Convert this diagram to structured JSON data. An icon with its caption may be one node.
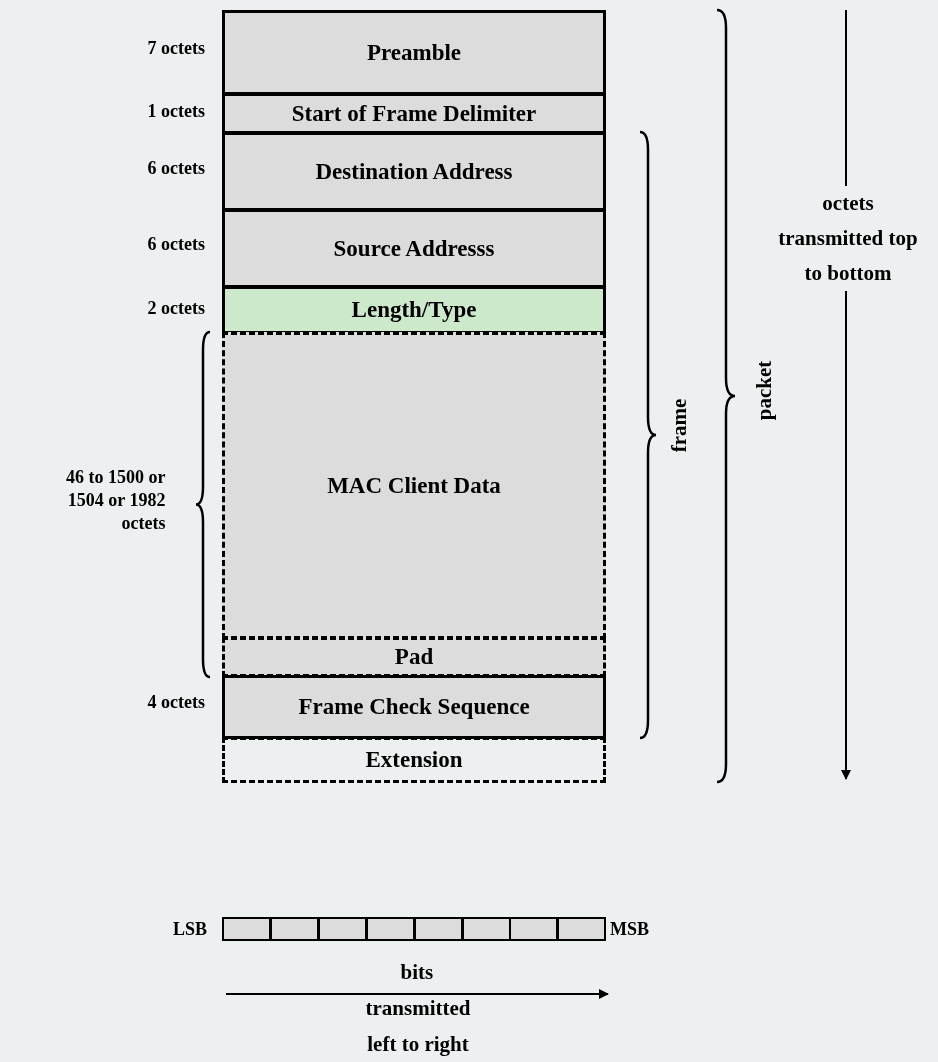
{
  "diagram": {
    "nodes": [
      {
        "text": [
          "Preamble"
        ],
        "beside": [
          "7 octets"
        ]
      },
      {
        "text": [
          "Start of Frame Delimiter"
        ],
        "beside": [
          "1 octets"
        ]
      },
      {
        "text": [
          "Destination Address"
        ],
        "beside": [
          "6 octets"
        ]
      },
      {
        "text": [
          "Source Addresss"
        ],
        "beside": [
          "6 octets"
        ]
      },
      {
        "text": [
          "Length/Type"
        ],
        "beside": [
          "2 octets"
        ]
      },
      {
        "text": [
          "MAC Client Data"
        ]
      },
      {
        "text": [
          "Pad"
        ]
      },
      {
        "text": [
          "Frame Check Sequence"
        ],
        "beside": [
          "4 octets"
        ]
      },
      {
        "text": [
          "Extension"
        ]
      },
      {
        "text": [],
        "shape": "box",
        "beside": [
          "LSB"
        ]
      },
      {
        "text": [],
        "shape": "box"
      },
      {
        "text": [],
        "shape": "box"
      },
      {
        "text": [],
        "shape": "box"
      },
      {
        "text": [],
        "shape": "box"
      },
      {
        "text": [],
        "shape": "box"
      },
      {
        "text": [],
        "shape": "box"
      },
      {
        "text": [],
        "shape": "box",
        "beside": [
          "MSB"
        ]
      }
    ],
    "labels": [
      "46 to 1500 or 1504 or 1982 octets",
      "frame",
      "packet",
      "octets transmitted top to bottom",
      "bits",
      "transmitted left to right"
    ]
  }
}
